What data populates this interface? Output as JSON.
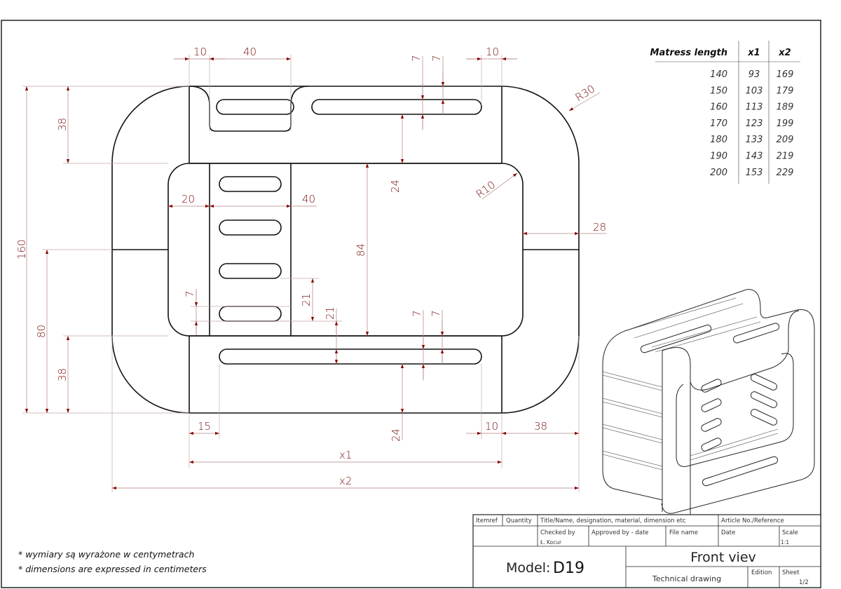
{
  "drawing": {
    "dimensions": {
      "top_gap_left": "10",
      "top_cutout_width": "40",
      "top_slot_gap_a": "7",
      "top_slot_gap_b": "7",
      "top_gap_right": "10",
      "corner_outer_radius": "R30",
      "corner_inner_radius": "R10",
      "left_total_height": "160",
      "left_top_band": "38",
      "left_half_height": "80",
      "left_bottom_band": "38",
      "upper_band_to_slot": "24",
      "inner_left_margin": "20",
      "ladder_width": "40",
      "inner_height": "84",
      "right_margin": "28",
      "slot_height_left": "7",
      "slot_pitch_a": "21",
      "slot_pitch_b": "21",
      "bottom_slot_gap_a": "7",
      "bottom_slot_gap_b": "7",
      "bottom_band_to_slot": "24",
      "bottom_left_offset": "15",
      "bottom_right_gap": "10",
      "bottom_right_margin": "38",
      "x1_label": "x1",
      "x2_label": "x2"
    }
  },
  "mattress_table": {
    "headers": [
      "Matress length",
      "x1",
      "x2"
    ],
    "rows": [
      [
        "140",
        "93",
        "169"
      ],
      [
        "150",
        "103",
        "179"
      ],
      [
        "160",
        "113",
        "189"
      ],
      [
        "170",
        "123",
        "199"
      ],
      [
        "180",
        "133",
        "209"
      ],
      [
        "190",
        "143",
        "219"
      ],
      [
        "200",
        "153",
        "229"
      ]
    ]
  },
  "notes": [
    "* wymiary są wyrażone w centymetrach",
    "* dimensions are expressed in centimeters"
  ],
  "title_block": {
    "itemref": "Itemref",
    "quantity": "Quantity",
    "title_name": "Title/Name, designation, material, dimension etc",
    "article_no": "Article No./Reference",
    "checked_by": "Checked by",
    "checked_by_value": "Ł. Kocur",
    "approved_by": "Approved by - date",
    "file_name": "File name",
    "date": "Date",
    "scale": "Scale",
    "scale_value": "1:1",
    "model_label": "Model:",
    "model_value": "D19",
    "view_title": "Front viev",
    "drawing_type": "Technical drawing",
    "edition": "Edition",
    "sheet": "Sheet",
    "sheet_value": "1/2"
  }
}
